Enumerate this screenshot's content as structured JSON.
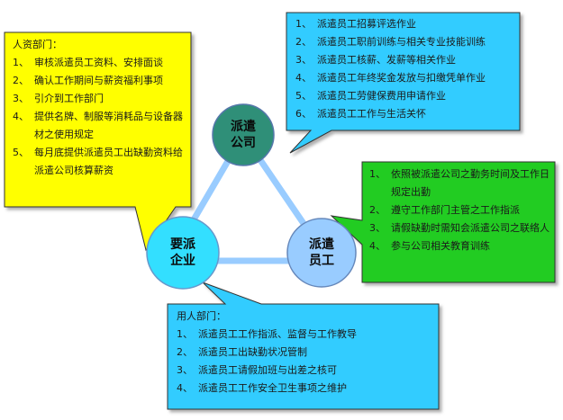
{
  "colors": {
    "hr_box": "#ffff00",
    "dispatch_box": "#33ccff",
    "staff_box": "#22cc22",
    "user_box": "#33ccff",
    "triangle": "#99ccff",
    "node_company": "#2f8f78",
    "node_enterprise": "#33dfff",
    "node_staff": "#99ccff"
  },
  "nodes": {
    "company": {
      "line1": "派遣",
      "line2": "公司"
    },
    "enterprise": {
      "line1": "要派",
      "line2": "企业"
    },
    "staff": {
      "line1": "派遣",
      "line2": "员工"
    }
  },
  "hr_box": {
    "heading": "人资部门：",
    "items": [
      {
        "num": "1、",
        "text": "审核派遣员工资料、安排面谈"
      },
      {
        "num": "2、",
        "text": "确认工作期间与薪资福利事项"
      },
      {
        "num": "3、",
        "text": "引介到工作部门"
      },
      {
        "num": "4、",
        "text": "提供名牌、制服等消耗品与设备器材之使用规定"
      },
      {
        "num": "5、",
        "text": "每月底提供派遣员工出缺勤资料给派遣公司核算薪资"
      }
    ]
  },
  "dispatch_box": {
    "items": [
      {
        "num": "1、",
        "text": "派遣员工招募评选作业"
      },
      {
        "num": "2、",
        "text": "派遣员工职前训练与相关专业技能训练"
      },
      {
        "num": "3、",
        "text": "派遣员工核薪、发薪等相关作业"
      },
      {
        "num": "4、",
        "text": "派遣员工年终奖金发放与扣缴凭单作业"
      },
      {
        "num": "5、",
        "text": "派遣员工劳健保费用申请作业"
      },
      {
        "num": "6、",
        "text": "派遣员工工作与生活关怀"
      }
    ]
  },
  "staff_box": {
    "items": [
      {
        "num": "1、",
        "text": "依照被派遣公司之勤务时间及工作日规定出勤"
      },
      {
        "num": "2、",
        "text": "遵守工作部门主管之工作指派"
      },
      {
        "num": "3、",
        "text": "请假缺勤时需知会派遣公司之联络人"
      },
      {
        "num": "4、",
        "text": "参与公司相关教育训练"
      }
    ]
  },
  "user_box": {
    "heading": "用人部门：",
    "items": [
      {
        "num": "1、",
        "text": "派遣员工工作指派、监督与工作教导"
      },
      {
        "num": "2、",
        "text": "派遣员工出缺勤状况管制"
      },
      {
        "num": "3、",
        "text": "派遣员工请假加班与出差之核可"
      },
      {
        "num": "4、",
        "text": "派遣员工工作安全卫生事项之维护"
      }
    ]
  }
}
